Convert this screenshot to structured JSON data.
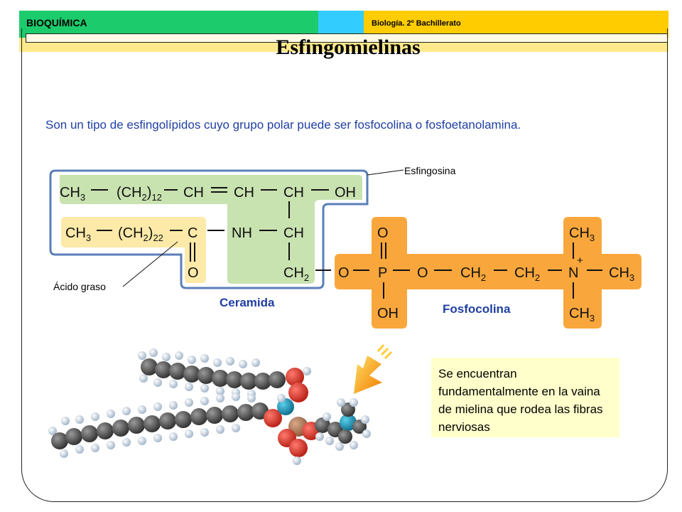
{
  "header": {
    "subject": "BIOQUÍMICA",
    "course": "Biología. 2º Bachillerato"
  },
  "title": "Esfingomielinas",
  "intro_text": "Son un tipo de esfingolípidos cuyo grupo polar puede ser fosfocolina o fosfoetanolamina.",
  "labels": {
    "esfingosina": "Esfingosina",
    "acido_graso": "Ácido graso",
    "ceramida": "Ceramida",
    "fosfocolina": "Fosfocolina"
  },
  "note": "Se encuentran fundamentalmente en la vaina de mielina que rodea las fibras nerviosas",
  "colors": {
    "header_green": "#1ccc6c",
    "header_cyan": "#33ccff",
    "header_yellow": "#ffcc00",
    "sphingosine_green": "#c8e2b0",
    "fatty_acid_yellow": "#fde9a8",
    "phosphocholine_orange": "#f9a73c",
    "ceramide_outline": "#5a7fb8",
    "text_blue": "#1f3fa3"
  }
}
